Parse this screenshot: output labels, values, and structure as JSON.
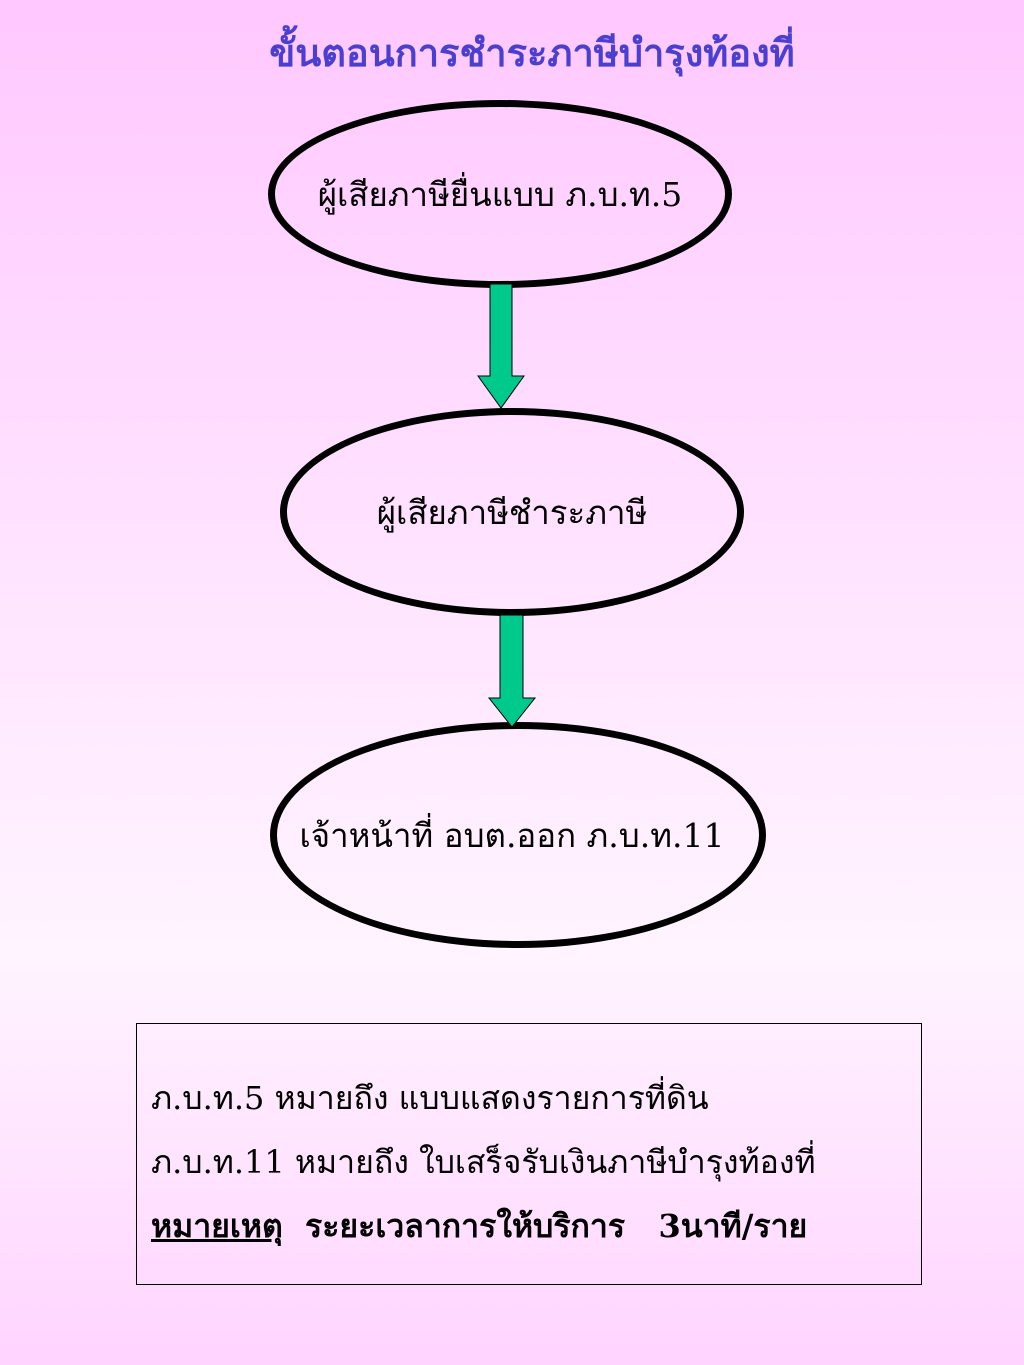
{
  "title": "ขั้นตอนการชำระภาษีบำรุงท้องที่",
  "steps": [
    {
      "label": "ผู้เสียภาษียื่นแบบ  ภ.บ.ท.5"
    },
    {
      "label": "ผู้เสียภาษีชำระภาษี"
    },
    {
      "label": "เจ้าหน้าที่  อบต.ออก  ภ.บ.ท.11"
    }
  ],
  "notes": {
    "line1": "ภ.บ.ท.5  หมายถึง  แบบแสดงรายการที่ดิน",
    "line2": "ภ.บ.ท.11  หมายถึง  ใบเสร็จรับเงินภาษีบำรุงท้องที่",
    "remark_label": "หมายเหตุ",
    "remark_text": "  ระยะเวลาการให้บริการ   3นาที/ราย"
  },
  "colors": {
    "title": "#4a3fd0",
    "arrow_fill": "#00c98c",
    "outline": "#000000"
  }
}
